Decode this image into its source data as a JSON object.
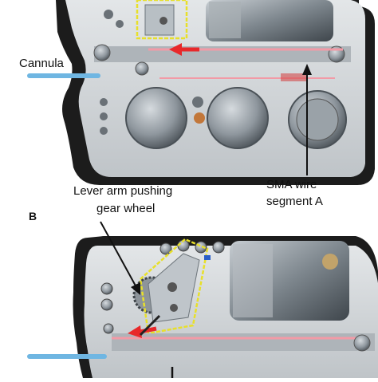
{
  "labels": {
    "cannula": "Cannula",
    "sma_wire": [
      "SMA wire",
      "segment A"
    ],
    "lever_arm": [
      "Lever arm pushing",
      "gear wheel"
    ],
    "panel_b": "B"
  },
  "colors": {
    "device_shell": "#1c1c1c",
    "inner_frame": "#d8dbdd",
    "drum_metal": "#8a9298",
    "highlight_yellow": "#e8e02a",
    "arrow_red": "#e8282a",
    "wire_pink": "#f29aa6",
    "cannula_blue": "#6fb6e2"
  }
}
